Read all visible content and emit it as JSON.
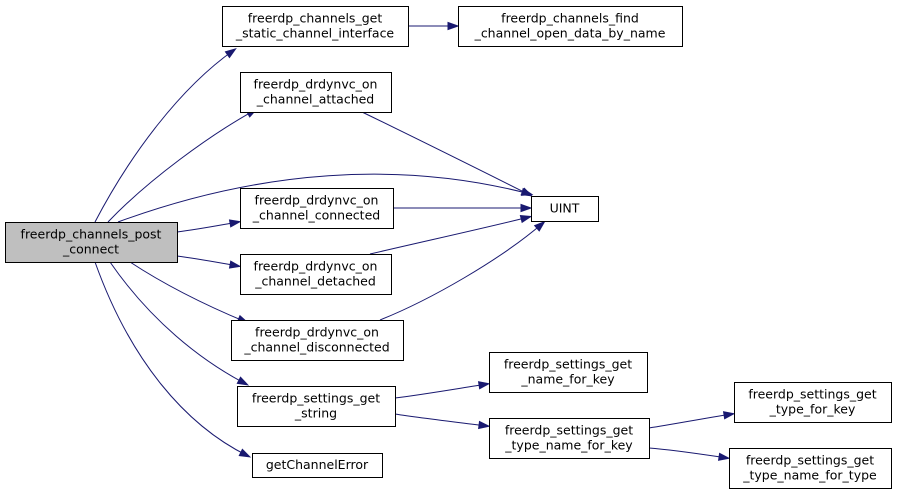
{
  "graph": {
    "nodes": [
      {
        "id": "post_connect",
        "lines": [
          "freerdp_channels_post",
          "_connect"
        ],
        "root": true
      },
      {
        "id": "get_static",
        "lines": [
          "freerdp_channels_get",
          "_static_channel_interface"
        ]
      },
      {
        "id": "find_open",
        "lines": [
          "freerdp_channels_find",
          "_channel_open_data_by_name"
        ]
      },
      {
        "id": "attached",
        "lines": [
          "freerdp_drdynvc_on",
          "_channel_attached"
        ]
      },
      {
        "id": "uint",
        "lines": [
          "UINT"
        ]
      },
      {
        "id": "connected",
        "lines": [
          "freerdp_drdynvc_on",
          "_channel_connected"
        ]
      },
      {
        "id": "detached",
        "lines": [
          "freerdp_drdynvc_on",
          "_channel_detached"
        ]
      },
      {
        "id": "disconnected",
        "lines": [
          "freerdp_drdynvc_on",
          "_channel_disconnected"
        ]
      },
      {
        "id": "get_string",
        "lines": [
          "freerdp_settings_get",
          "_string"
        ]
      },
      {
        "id": "name_for_key",
        "lines": [
          "freerdp_settings_get",
          "_name_for_key"
        ]
      },
      {
        "id": "type_name_for_key",
        "lines": [
          "freerdp_settings_get",
          "_type_name_for_key"
        ]
      },
      {
        "id": "type_for_key",
        "lines": [
          "freerdp_settings_get",
          "_type_for_key"
        ]
      },
      {
        "id": "type_name_for_type",
        "lines": [
          "freerdp_settings_get",
          "_type_name_for_type"
        ]
      },
      {
        "id": "get_error",
        "lines": [
          "getChannelError"
        ]
      }
    ],
    "edges": [
      {
        "from": "post_connect",
        "to": "get_static"
      },
      {
        "from": "post_connect",
        "to": "attached"
      },
      {
        "from": "post_connect",
        "to": "uint"
      },
      {
        "from": "post_connect",
        "to": "connected"
      },
      {
        "from": "post_connect",
        "to": "detached"
      },
      {
        "from": "post_connect",
        "to": "disconnected"
      },
      {
        "from": "post_connect",
        "to": "get_string"
      },
      {
        "from": "post_connect",
        "to": "get_error"
      },
      {
        "from": "get_static",
        "to": "find_open"
      },
      {
        "from": "attached",
        "to": "uint"
      },
      {
        "from": "connected",
        "to": "uint"
      },
      {
        "from": "detached",
        "to": "uint"
      },
      {
        "from": "disconnected",
        "to": "uint"
      },
      {
        "from": "get_string",
        "to": "name_for_key"
      },
      {
        "from": "get_string",
        "to": "type_name_for_key"
      },
      {
        "from": "type_name_for_key",
        "to": "type_for_key"
      },
      {
        "from": "type_name_for_key",
        "to": "type_name_for_type"
      }
    ],
    "colors": {
      "root_fill": "#bfbfbf",
      "node_fill": "#ffffff",
      "edge": "#191970"
    }
  }
}
